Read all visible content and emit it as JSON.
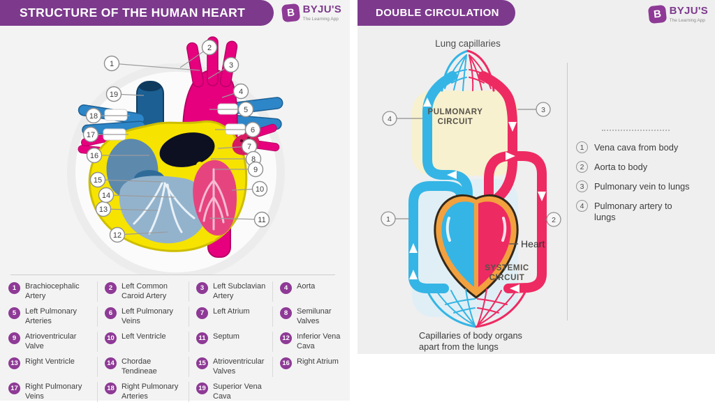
{
  "brand": {
    "name": "BYJU'S",
    "tagline": "The Learning App",
    "mark_letter": "B"
  },
  "left_panel": {
    "title": "STRUCTURE OF THE HUMAN HEART",
    "legend": [
      {
        "num": 1,
        "label": "Brachiocephalic Artery"
      },
      {
        "num": 2,
        "label": "Left Common Caroid Artery"
      },
      {
        "num": 3,
        "label": "Left Subclavian Artery"
      },
      {
        "num": 4,
        "label": "Aorta"
      },
      {
        "num": 5,
        "label": "Left Pulmonary Arteries"
      },
      {
        "num": 6,
        "label": "Left Pulmonary Veins"
      },
      {
        "num": 7,
        "label": "Left Atrium"
      },
      {
        "num": 8,
        "label": "Semilunar Valves"
      },
      {
        "num": 9,
        "label": "Atrioventricular Valve"
      },
      {
        "num": 10,
        "label": "Left Ventricle"
      },
      {
        "num": 11,
        "label": "Septum"
      },
      {
        "num": 12,
        "label": "Inferior Vena Cava"
      },
      {
        "num": 13,
        "label": "Right Ventricle"
      },
      {
        "num": 14,
        "label": "Chordae Tendineae"
      },
      {
        "num": 15,
        "label": "Atrioventricular Valves"
      },
      {
        "num": 16,
        "label": "Right Atrium"
      },
      {
        "num": 17,
        "label": "Right Pulmonary Veins"
      },
      {
        "num": 18,
        "label": "Right Pulmonary Arteries"
      },
      {
        "num": 19,
        "label": "Superior Vena Cava"
      }
    ]
  },
  "right_panel": {
    "title": "DOUBLE CIRCULATION",
    "labels": {
      "lung_capillaries": "Lung capillaries",
      "pulmonary_circuit_1": "PULMONARY",
      "pulmonary_circuit_2": "CIRCUIT",
      "systemic_circuit_1": "SYSTEMIC",
      "systemic_circuit_2": "CIRCUIT",
      "heart": "Heart",
      "body_capillaries_1": "Capillaries of body organs",
      "body_capillaries_2": "apart from the lungs"
    },
    "annotations": [
      {
        "num": 1,
        "label": "Vena cava from body"
      },
      {
        "num": 2,
        "label": "Aorta to body"
      },
      {
        "num": 3,
        "label": "Pulmonary vein to lungs"
      },
      {
        "num": 4,
        "label": "Pulmonary artery to\nlungs"
      }
    ]
  },
  "colors": {
    "purple": "#7d3a8d",
    "purple_badge": "#8e3a96",
    "magenta": "#e6007e",
    "blue": "#2d86c8",
    "dark_blue": "#1c5f93",
    "yellow": "#f6e300",
    "cyan": "#35b5e5",
    "crimson": "#ee2a62",
    "cream": "#f7f1cf",
    "pale_blue": "#e0eff5",
    "orange": "#f2a13e",
    "panel_left_bg": "#f3f3f3",
    "panel_right_bg": "#efefef"
  }
}
